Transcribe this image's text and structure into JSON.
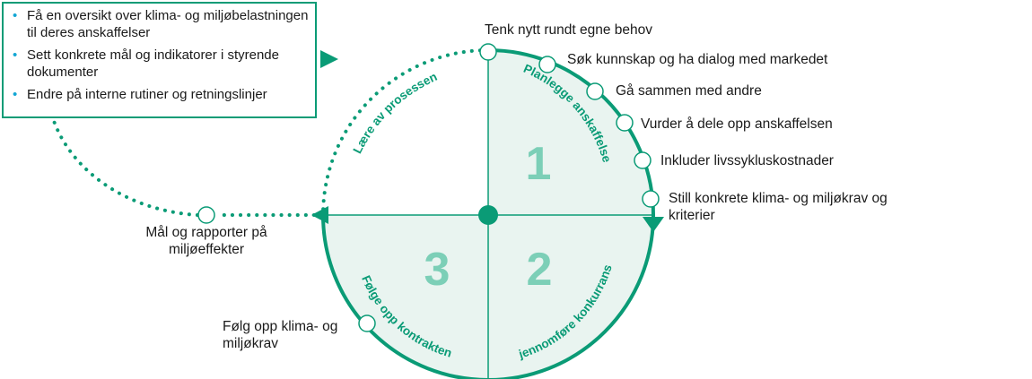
{
  "callout_items": [
    "Få en oversikt over klima- og miljøbelastningen til deres anskaffelser",
    "Sett konkrete mål og indikatorer i styrende dokumenter",
    "Endre på interne rutiner og retningslinjer"
  ],
  "phases": [
    {
      "number": "1",
      "label": "Planlegge anskaffelse"
    },
    {
      "number": "2",
      "label": "Gjennomføre konkurranse"
    },
    {
      "number": "3",
      "label": "Følge opp kontrakten"
    }
  ],
  "learn_label": "Lære av prosessen",
  "steps": {
    "s1": "Tenk nytt rundt egne behov",
    "s2": "Søk kunnskap og ha dialog med markedet",
    "s3": "Gå sammen med andre",
    "s4": "Vurder å dele opp anskaffelsen",
    "s5": "Inkluder livssykluskostnader",
    "s6": "Still konkrete klima- og miljøkrav og kriterier",
    "follow": "Følg opp klima- og miljøkrav",
    "measure": "Mål og rapporter på miljøeffekter"
  },
  "colors": {
    "primary": "#0a9b76",
    "fill": "#e9f4f0",
    "number": "#7ccfb7",
    "bullet": "#13a6d4"
  }
}
